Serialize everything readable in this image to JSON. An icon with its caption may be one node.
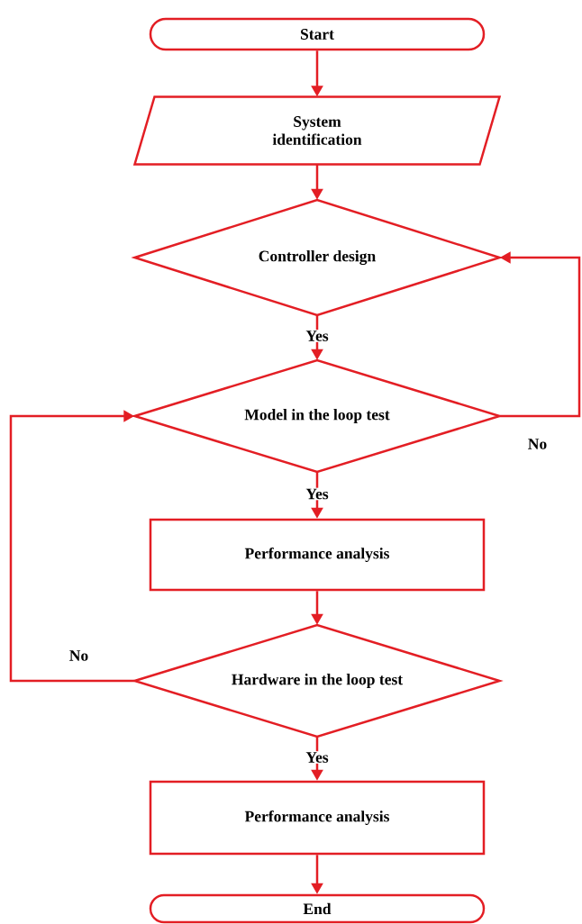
{
  "diagram": {
    "nodes": [
      {
        "text": [
          "Start"
        ]
      },
      {
        "text": [
          "System identification"
        ]
      },
      {
        "text": [
          "Controller design"
        ]
      },
      {
        "text": [
          "Model in the loop test"
        ]
      },
      {
        "text": [
          "Performance analysis"
        ]
      },
      {
        "text": [
          "Hardware in the loop test"
        ]
      },
      {
        "text": [
          "Performance analysis"
        ]
      },
      {
        "text": [
          "End"
        ]
      }
    ],
    "edges": [
      {
        "from": 0,
        "to": 1,
        "arrow": "to"
      },
      {
        "from": 1,
        "to": 2,
        "arrow": "to"
      },
      {
        "from": 2,
        "to": 3,
        "arrow": "to",
        "label": "Yes"
      },
      {
        "from": 3,
        "to": 2,
        "arrow": "to",
        "label": "No"
      },
      {
        "from": 3,
        "to": 4,
        "arrow": "to",
        "label": "Yes"
      },
      {
        "from": 4,
        "to": 5,
        "arrow": "to"
      },
      {
        "from": 5,
        "to": 3,
        "arrow": "to",
        "label": "No"
      },
      {
        "from": 5,
        "to": 6,
        "arrow": "to",
        "label": "Yes"
      },
      {
        "from": 6,
        "to": 7,
        "arrow": "to"
      }
    ]
  }
}
